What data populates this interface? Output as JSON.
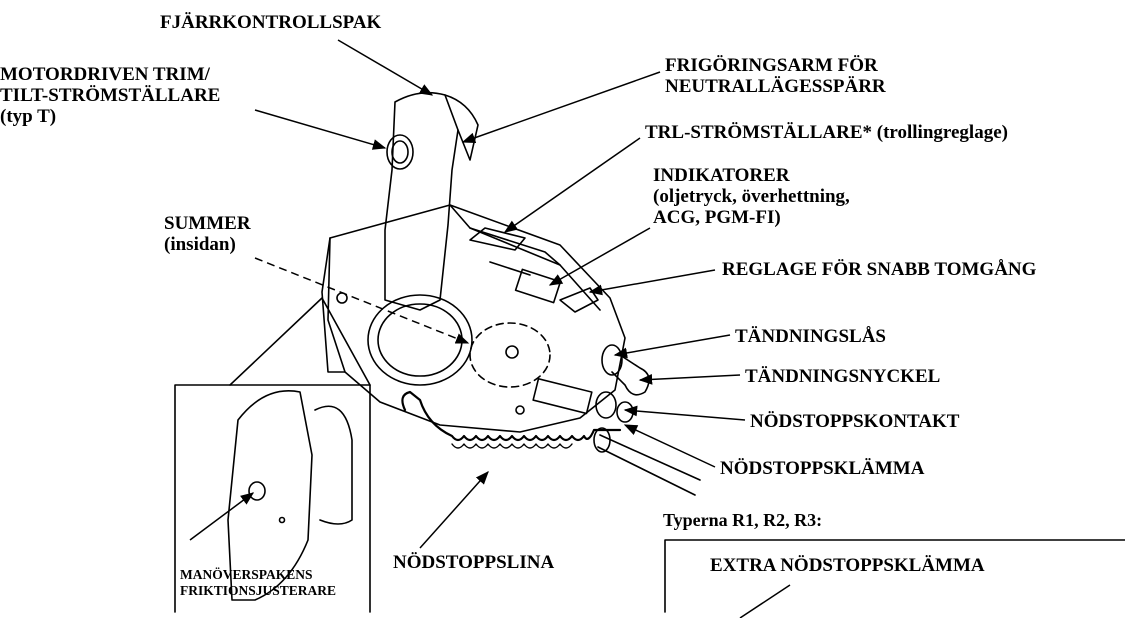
{
  "labels": {
    "remote_lever": "FJÄRRKONTROLLSPAK",
    "power_trim": [
      "MOTORDRIVEN TRIM/",
      "TILT-STRÖMSTÄLLARE",
      "(typ T)"
    ],
    "neutral_release": [
      "FRIGÖRINGSARM FÖR",
      "NEUTRALLÄGESSPÄRR"
    ],
    "trl_switch": "TRL-STRÖMSTÄLLARE* (trollingreglage)",
    "indicators": [
      "INDIKATORER",
      "(oljetryck, överhettning,",
      "ACG, PGM-FI)"
    ],
    "buzzer": [
      "SUMMER",
      "(insidan)"
    ],
    "fast_idle": "REGLAGE FÖR SNABB TOMGÅNG",
    "ignition_switch": "TÄNDNINGSLÅS",
    "ignition_key": "TÄNDNINGSNYCKEL",
    "stop_switch": "NÖDSTOPPSKONTAKT",
    "stop_clip": "NÖDSTOPPSKLÄMMA",
    "types_r": "Typerna R1, R2, R3:",
    "lanyard": "NÖDSTOPPSLINA",
    "spare_clip": "EXTRA NÖDSTOPPSKLÄMMA",
    "friction_adjuster": [
      "MANÖVERSPAKENS",
      "FRIKTIONSJUSTERARE"
    ]
  }
}
